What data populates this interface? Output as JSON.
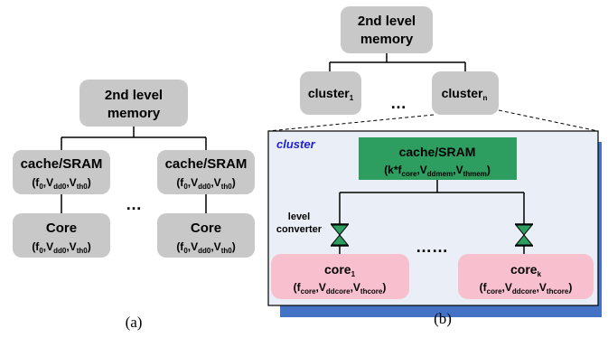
{
  "diagram_a": {
    "memory": {
      "line1": "2nd level",
      "line2": "memory"
    },
    "cache_left": {
      "title": "cache/SRAM",
      "params": "(f0,Vdd0,Vth0)"
    },
    "cache_right": {
      "title": "cache/SRAM",
      "params": "(f0,Vdd0,Vth0)"
    },
    "core_left": {
      "title": "Core",
      "params": "(f0,Vdd0,Vth0)"
    },
    "core_right": {
      "title": "Core",
      "params": "(f0,Vdd0,Vth0)"
    },
    "ellipsis": "…",
    "caption": "(a)"
  },
  "diagram_b": {
    "memory": {
      "line1": "2nd level",
      "line2": "memory"
    },
    "cluster_1": "cluster1",
    "cluster_n": "clustern",
    "ellipsis": "…",
    "cluster_label": "cluster",
    "cache": {
      "title": "cache/SRAM",
      "params": "(k*fcore,Vddmem,Vthmem)"
    },
    "level_converter": {
      "line1": "level",
      "line2": "converter"
    },
    "core_1": {
      "title": "core1",
      "params": "(fcore,Vddcore,Vthcore)"
    },
    "core_k": {
      "title": "corek",
      "params": "(fcore,Vddcore,Vthcore)"
    },
    "core_ellipsis": "……",
    "caption": "(b)"
  },
  "colors": {
    "gray_box": "#c8c8c8",
    "green_box": "#2e9e60",
    "pink_box": "#f8c0cf",
    "cluster_bg": "#e9eef7",
    "cluster_shadow": "#4472c4",
    "cluster_label": "#1f1fd0"
  }
}
